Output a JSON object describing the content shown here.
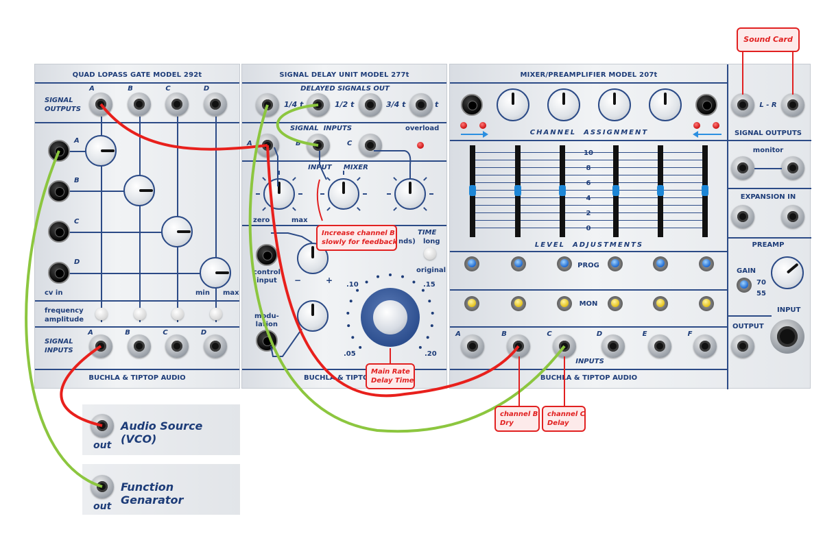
{
  "colors": {
    "panel_text": "#1d3c78",
    "cable_red": "#e8201c",
    "cable_green": "#8cc63f",
    "callout_red": "#e12020",
    "fader_blue": "#1d86d6"
  },
  "module_292": {
    "title": "QUAD LOPASS GATE MODEL 292t",
    "signal_outputs": "SIGNAL\nOUTPUTS",
    "channels": [
      "A",
      "B",
      "C",
      "D"
    ],
    "cv_in": "cv in",
    "min": "min",
    "max": "max",
    "freq_amp": "frequency\namplitude",
    "signal_inputs": "SIGNAL\nINPUTS",
    "brand": "BUCHLA & TIPTOP AUDIO"
  },
  "module_277": {
    "title": "SIGNAL DELAY UNIT MODEL 277t",
    "delayed_out": "DELAYED SIGNALS OUT",
    "fractions": [
      "1/4 t",
      "1/2 t",
      "3/4 t",
      "t"
    ],
    "signal_inputs": "SIGNAL  INPUTS",
    "inputs": [
      "A",
      "B",
      "C"
    ],
    "overload": "overload",
    "input_mixer": "INPUT     MIXER",
    "zero": "zero",
    "max": "max",
    "time_partial": "TIME",
    "seconds_partial": "nds)",
    "long": "long",
    "original": "original",
    "control_input": "control\ninput",
    "minus": "−",
    "plus": "+",
    "modulation": "modu-\nlation",
    "scale": [
      ".10",
      ".15",
      ".05",
      ".20"
    ],
    "brand": "BUCHLA & TIPTOP A"
  },
  "module_207": {
    "title": "MIXER/PREAMPLIFIER MODEL 207t",
    "channel_assignment": "CHANNEL  ASSIGNMENT",
    "levels": [
      "10",
      "8",
      "6",
      "4",
      "2",
      "0"
    ],
    "level_adjustments": "LEVEL  ADJUSTMENTS",
    "prog": "PROG",
    "mon": "MON",
    "inputs_letters": [
      "A",
      "B",
      "C",
      "D",
      "E",
      "F"
    ],
    "inputs": "INPUTS",
    "brand": "BUCHLA & TIPTOP AUDIO",
    "lr": "L - R",
    "signal_outputs": "SIGNAL OUTPUTS",
    "monitor": "monitor",
    "expansion_in": "EXPANSION IN",
    "preamp": "PREAMP",
    "gain": "GAIN",
    "gain_70": "70",
    "gain_55": "55",
    "output": "OUTPUT",
    "input": "INPUT"
  },
  "callouts": {
    "sound_card": "Sound Card",
    "feedback": "Increase channel B\nslowly for feedback",
    "main_rate": "Main Rate\nDelay Time",
    "channel_b": "channel B\nDry",
    "channel_c": "channel C\nDelay"
  },
  "sources": {
    "vco": "Audio Source (VCO)",
    "fgen": "Function Genarator",
    "out": "out"
  }
}
